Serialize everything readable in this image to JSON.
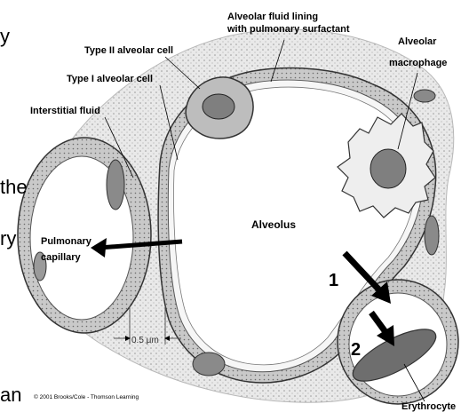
{
  "labels": {
    "fluid_lining_1": "Alveolar fluid lining",
    "fluid_lining_2": "with pulmonary surfactant",
    "type2": "Type II alveolar cell",
    "type1": "Type I alveolar cell",
    "interstitial": "Interstitial fluid",
    "macrophage_1": "Alveolar",
    "macrophage_2": "macrophage",
    "alveolus": "Alveolus",
    "capillary_1": "Pulmonary",
    "capillary_2": "capillary",
    "erythrocyte": "Erythrocyte",
    "measure": "0.5 μm",
    "copyright": "© 2001 Brooks/Cole - Thomson Learning"
  },
  "steps": {
    "step1": "1",
    "step2": "2"
  },
  "fragments": {
    "f1": "y",
    "f2": "the",
    "f3": "ry",
    "f4": "an"
  },
  "colors": {
    "wall_fill": "#c8c8c8",
    "tissue_fill": "#ececec",
    "cell_fill": "#8a8a8a",
    "erythrocyte_fill": "#6e6e6e",
    "arrow": "#000000"
  }
}
